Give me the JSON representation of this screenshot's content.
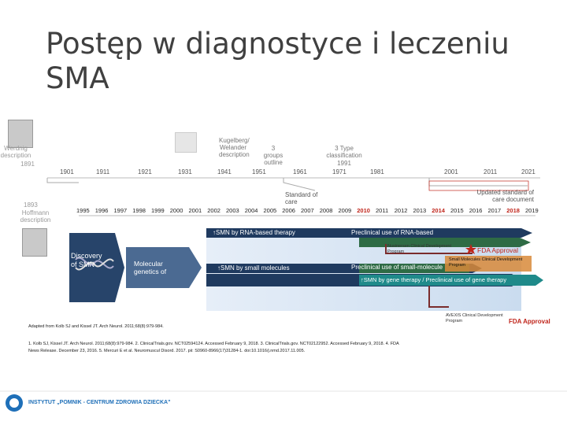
{
  "title": "Postęp w diagnostyce i leczeniu SMA",
  "early": {
    "werdnig_label": "Werdnig description",
    "werdnig_year": "1891",
    "hoffmann_year": "1893",
    "hoffmann_label": "Hoffmann description",
    "kugelberg_label": "Kugelberg/ Welander description",
    "groups_label": "3 groups outline",
    "type_label": "3 Type classification",
    "type_year": "1991",
    "decades": [
      "1901",
      "1911",
      "1921",
      "1931",
      "1941",
      "1951",
      "1961",
      "1971",
      "1981",
      "2001",
      "2011",
      "2021"
    ]
  },
  "detail_years": [
    "1995",
    "1996",
    "1997",
    "1998",
    "1999",
    "2000",
    "2001",
    "2002",
    "2003",
    "2004",
    "2005",
    "2006",
    "2007",
    "2008",
    "2009",
    "2010",
    "2011",
    "2012",
    "2013",
    "2014",
    "2015",
    "2016",
    "2017",
    "2018",
    "2019"
  ],
  "standard_of_care": "Standard of care",
  "updated_standard": "Updated standard of care document",
  "discovery": "Discovery of SMN",
  "molecular": "Molecular genetics of",
  "bars": {
    "rna_therapy": "↑SMN by RNA-based therapy",
    "rna_preclinical": "Preclinical use of RNA-based",
    "nusinersen": "Nusinersen Clinical Development Program",
    "fda_approval": "FDA Approval",
    "small_molecules": "↑SMN by small molecules",
    "small_preclinical": "Preclinical use of small-molecule",
    "small_program": "Small Molecules Clinical Development Program",
    "gene_therapy": "↑SMN by gene therapy / Preclinical use of gene therapy",
    "avexis": "AVEXIS Clinical Development Program",
    "fda_approval_2": "FDA Approval"
  },
  "references": {
    "adapted": "Adapted from Kolb SJ and Kissel JT. Arch Neurol. 2011;68(8):979-984.",
    "line1": "1. Kolb SJ, Kissel JT. Arch Neurol. 2011;68(8):979-984. 2. ClinicalTrials.gov. NCT02594124. Accessed February 9, 2018. 3. ClinicalTrials.gov. NCT02122952. Accessed February 9, 2018. 4. FDA",
    "line2": "News Release. December 23, 2016. 5. Mercuri E et al. Neuromuscul Disord. 2017. pii: S0960-8966(17)31284-1. doi:10.1016/j.nmd.2017.11.005."
  },
  "footer": {
    "logo_text": "INSTYTUT „POMNIK - CENTRUM ZDROWIA DZIECKA”"
  },
  "colors": {
    "navy": "#1f3a5f",
    "green": "#2e6b45",
    "teal": "#1f8a8a",
    "red": "#c0261c",
    "orange": "#d88a3a",
    "light_blue": "#cfe0f1"
  }
}
